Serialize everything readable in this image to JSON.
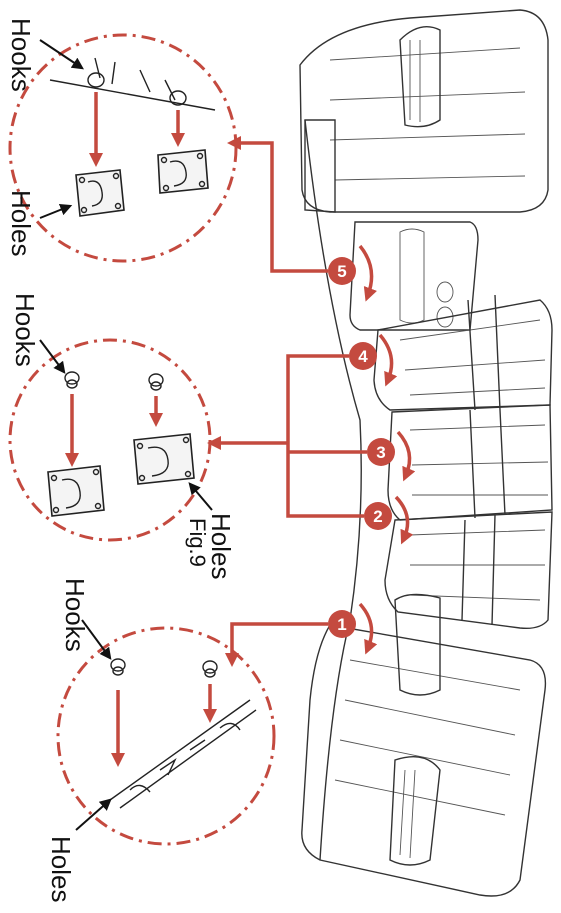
{
  "labels": {
    "hooks": "Hooks",
    "holes": "Holes",
    "figure": "Fig.9"
  },
  "steps": [
    "1",
    "2",
    "3",
    "4",
    "5"
  ],
  "colors": {
    "accent": "#c44a3f",
    "line": "#222222"
  }
}
